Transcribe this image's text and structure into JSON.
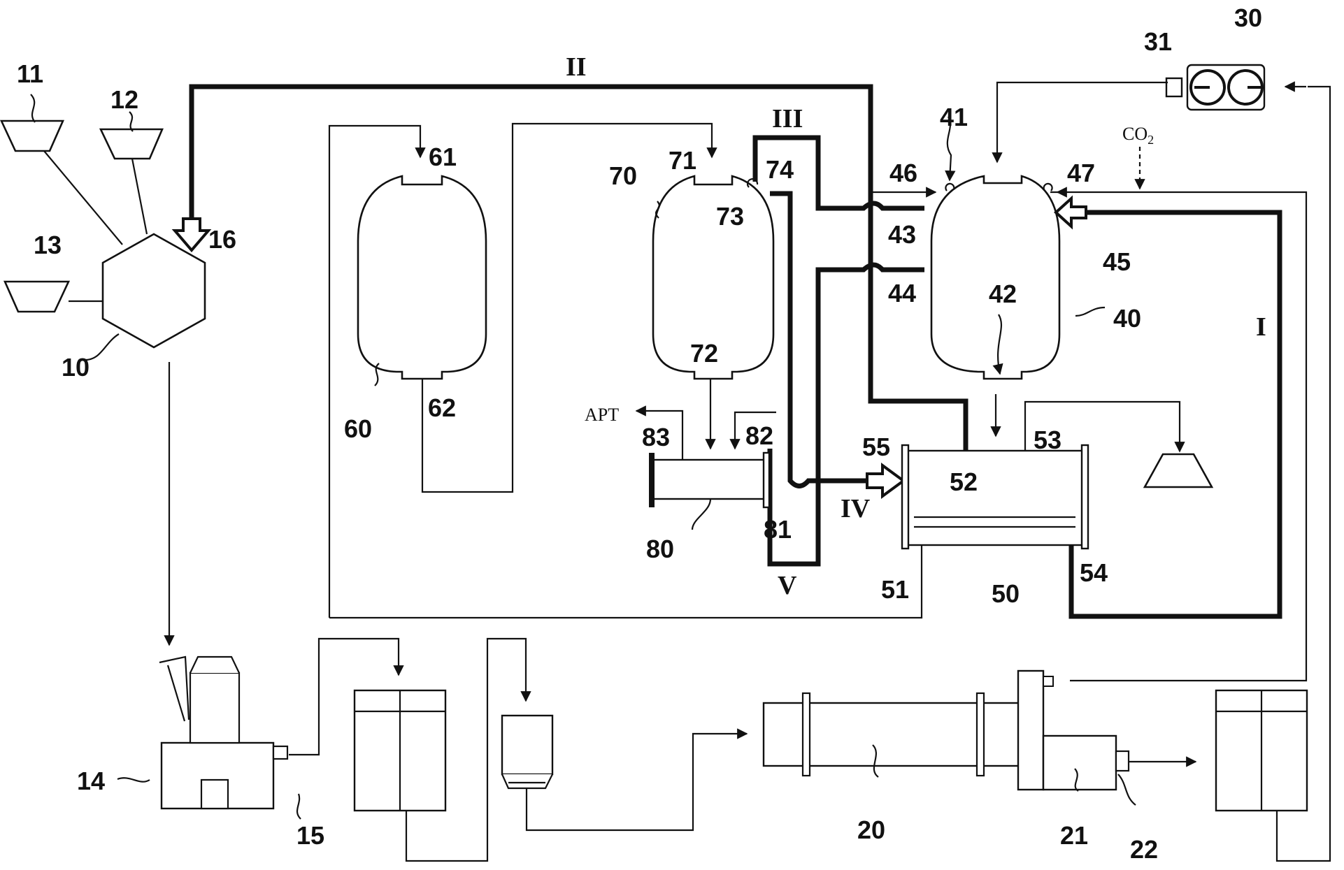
{
  "labels": {
    "n11": "11",
    "n12": "12",
    "n13": "13",
    "n10": "10",
    "n14": "14",
    "n15": "15",
    "n16": "16",
    "n20": "20",
    "n21": "21",
    "n22": "22",
    "n30": "30",
    "n31": "31",
    "n40": "40",
    "n41": "41",
    "n42": "42",
    "n43": "43",
    "n44": "44",
    "n45": "45",
    "n46": "46",
    "n47": "47",
    "n50": "50",
    "n51": "51",
    "n52": "52",
    "n53": "53",
    "n54": "54",
    "n55": "55",
    "n60": "60",
    "n61": "61",
    "n62": "62",
    "n70": "70",
    "n71": "71",
    "n72": "72",
    "n73": "73",
    "n74": "74",
    "n80": "80",
    "n81": "81",
    "n82": "82",
    "n83": "83"
  },
  "routes": {
    "I": "I",
    "II": "II",
    "III": "III",
    "IV": "IV",
    "V": "V"
  },
  "streams": {
    "co2": "CO",
    "co2_sub": "2",
    "apt": "APT"
  }
}
